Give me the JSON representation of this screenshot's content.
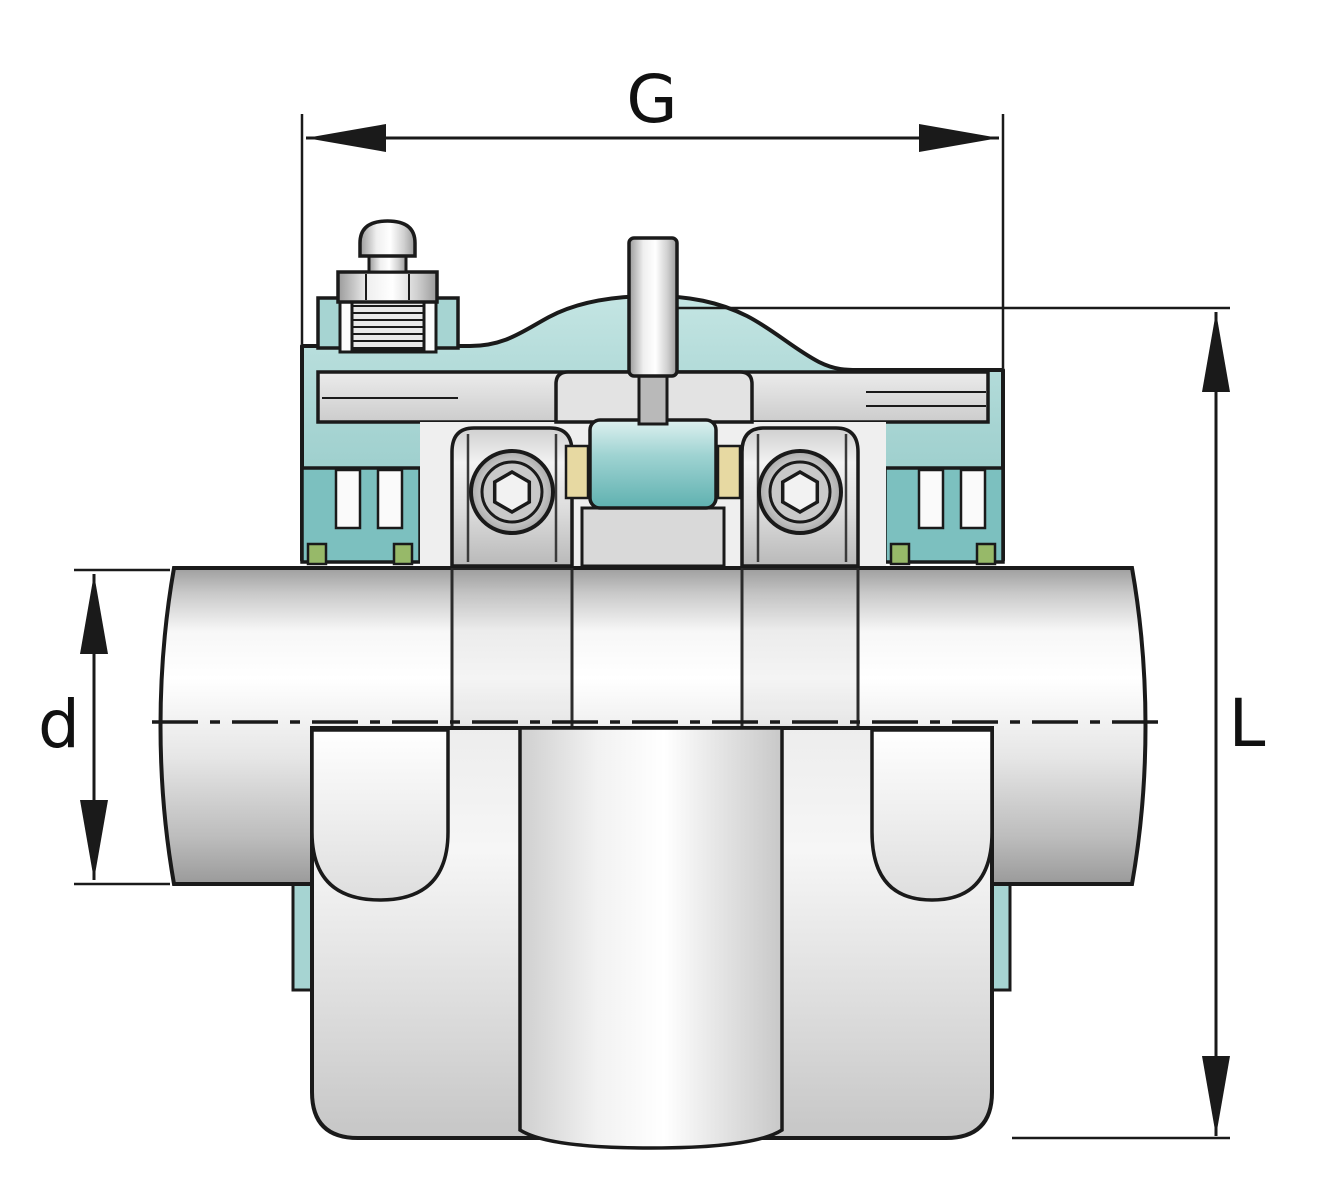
{
  "diagram": {
    "labels": {
      "width_dim": "G",
      "bore_dim": "d",
      "height_dim": "L"
    },
    "colors": {
      "outline": "#1a1a1a",
      "housing_teal": "#a6d4d2",
      "comb_teal": "#7cc0bf",
      "roller_teal_deep": "#5fb1b0",
      "seal_green": "#97b969",
      "cage_yellow": "#e7d9a2",
      "metal_light": "#f2f2f2",
      "metal_dark": "#9a9a9a",
      "background": "#ffffff"
    }
  }
}
